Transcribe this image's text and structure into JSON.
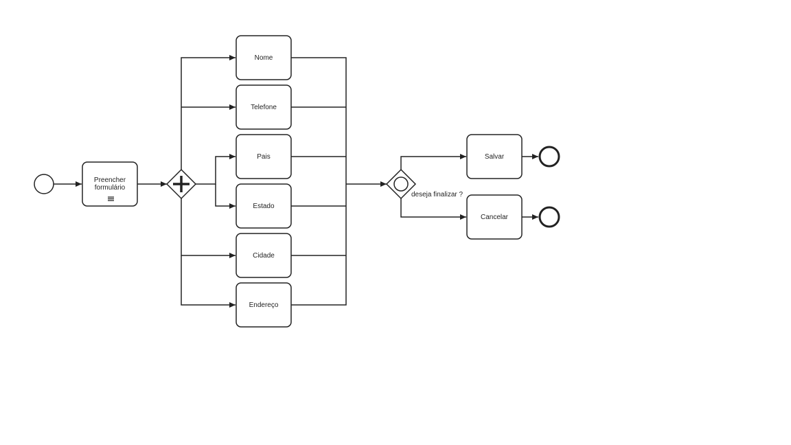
{
  "colors": {
    "stroke": "#222222",
    "fill": "#ffffff",
    "text": "#222222"
  },
  "diagram": {
    "start_event": {
      "type": "start-event"
    },
    "task_fill_form": {
      "line1": "Preencher",
      "line2": "formulário",
      "marker_icon": "list-icon"
    },
    "parallel_gateway": {
      "type": "parallel-gateway",
      "icon": "plus-icon"
    },
    "tasks": [
      {
        "label": "Nome"
      },
      {
        "label": "Telefone"
      },
      {
        "label": "Pais"
      },
      {
        "label": "Estado"
      },
      {
        "label": "Cidade"
      },
      {
        "label": "Endereço"
      }
    ],
    "event_gateway": {
      "type": "event-based-gateway",
      "label": "deseja finalizar ?"
    },
    "task_save": {
      "label": "Salvar"
    },
    "task_cancel": {
      "label": "Cancelar"
    },
    "end_events": [
      {
        "type": "end-event"
      },
      {
        "type": "end-event"
      }
    ]
  }
}
